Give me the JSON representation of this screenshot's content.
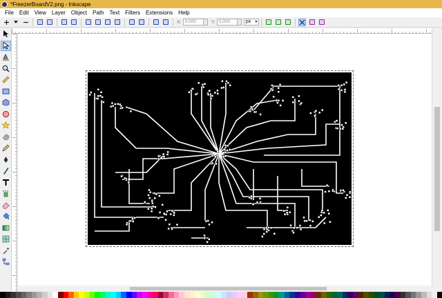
{
  "window": {
    "title": "*FreezerBoardV2.png - Inkscape"
  },
  "menu": [
    "File",
    "Edit",
    "View",
    "Layer",
    "Object",
    "Path",
    "Text",
    "Filters",
    "Extensions",
    "Help"
  ],
  "toolcontrols": {
    "x_label": "X:",
    "x_value": "0.000",
    "y_label": "Y:",
    "y_value": "0.000",
    "unit": "px"
  },
  "colors": {
    "titlebar": "#e8b84a",
    "artwork_bg": "#000000",
    "trace": "#ffffff",
    "accent": "#7aa7d8"
  },
  "tools": [
    "selector-tool-icon",
    "node-tool-icon",
    "tweak-tool-icon",
    "zoom-tool-icon",
    "measure-tool-icon",
    "rectangle-tool-icon",
    "3d-box-tool-icon",
    "ellipse-tool-icon",
    "star-tool-icon",
    "spiral-tool-icon",
    "pencil-tool-icon",
    "pen-tool-icon",
    "calligraphy-tool-icon",
    "text-tool-icon",
    "spray-tool-icon",
    "eraser-tool-icon",
    "paint-bucket-tool-icon",
    "gradient-tool-icon",
    "mesh-tool-icon",
    "dropper-tool-icon",
    "connector-tool-icon"
  ],
  "palette": [
    "#000000",
    "#1a1a1a",
    "#333333",
    "#4d4d4d",
    "#666666",
    "#808080",
    "#999999",
    "#b3b3b3",
    "#cccccc",
    "#e6e6e6",
    "#ffffff",
    "#800000",
    "#ff0000",
    "#ff6600",
    "#ffcc00",
    "#ffff00",
    "#ccff00",
    "#66ff00",
    "#00ff00",
    "#00ff66",
    "#00ffcc",
    "#00ffff",
    "#00ccff",
    "#0066ff",
    "#0000ff",
    "#6600ff",
    "#cc00ff",
    "#ff00ff",
    "#ff0099",
    "#ff0066",
    "#990033",
    "#cc3366",
    "#ff6699",
    "#ff99cc",
    "#ffcccc",
    "#ffe5cc",
    "#fff2cc",
    "#ffffcc",
    "#e5ffcc",
    "#ccffcc",
    "#ccffe5",
    "#ccffff",
    "#cce5ff",
    "#ccccff",
    "#e5ccff",
    "#ffccff",
    "#ffcce5",
    "#993300",
    "#996600",
    "#999900",
    "#669900",
    "#339900",
    "#009933",
    "#009999",
    "#006699",
    "#003399",
    "#330099",
    "#660099",
    "#990099",
    "#990066",
    "#663300",
    "#666600",
    "#336600",
    "#006633",
    "#006666",
    "#003366",
    "#330066",
    "#660066",
    "#4d2600",
    "#4d4d00",
    "#264d00",
    "#004d26",
    "#004d4d",
    "#00264d",
    "#26004d",
    "#4d004d",
    "#333333",
    "#555555",
    "#777777",
    "#999999",
    "#bbbbbb",
    "#dddddd",
    "#eeeeee",
    "#000000"
  ]
}
